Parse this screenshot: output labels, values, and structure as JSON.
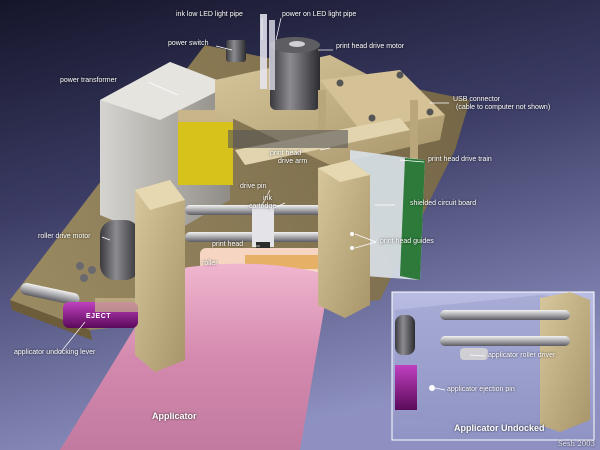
{
  "labels": {
    "ink_low_led": "ink low LED light pipe",
    "power_on_led": "power on LED light pipe",
    "power_switch": "power switch",
    "print_head_drive_motor": "print head drive motor",
    "power_transformer": "power transformer",
    "usb_connector": "USB connector",
    "usb_note": "(cable to computer not shown)",
    "print_head_drive_arm_1": "print head",
    "print_head_drive_arm_2": "drive arm",
    "print_head_drive_train": "print head drive train",
    "drive_pin": "drive pin",
    "ink_cartridge_1": "ink",
    "ink_cartridge_2": "cartridge",
    "shielded_circuit_board": "shielded circuit board",
    "roller_drive_motor": "roller drive motor",
    "print_head": "print head",
    "print_head_guides": "print head guides",
    "roller": "roller",
    "eject": "EJECT",
    "applicator_undocking_lever": "applicator undocking lever",
    "applicator_roller_driver": "applicator roller driver",
    "applicator_ejection_pin": "applicator ejection pin",
    "applicator": "Applicator",
    "applicator_undocked": "Applicator Undocked",
    "signature": "Sesh 2003"
  },
  "colors": {
    "background_top": "#1c1c2e",
    "background_bottom": "#7b7fae",
    "wood": "#c9b58a",
    "wood_dark": "#8f7d55",
    "paper_pink": "#d58cb0",
    "eject_purple": "#8a1a8a",
    "inset_bg": "#a9aed6"
  }
}
